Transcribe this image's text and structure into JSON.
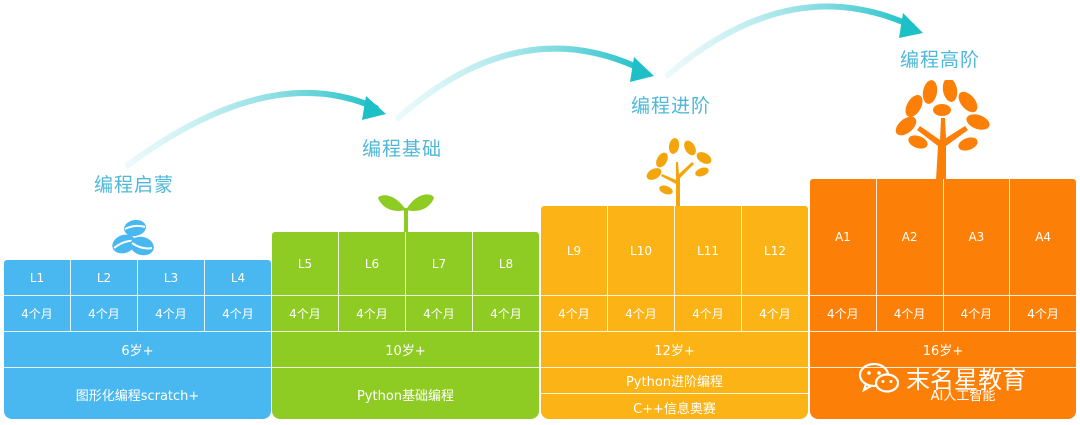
{
  "stages": [
    {
      "title": "编程启蒙",
      "color": "#4ab8f0",
      "levels": [
        "L1",
        "L2",
        "L3",
        "L4"
      ],
      "durations": [
        "4个月",
        "4个月",
        "4个月",
        "4个月"
      ],
      "age": "6岁+",
      "courses": [
        "图形化编程scratch+"
      ]
    },
    {
      "title": "编程基础",
      "color": "#8ecb23",
      "levels": [
        "L5",
        "L6",
        "L7",
        "L8"
      ],
      "durations": [
        "4个月",
        "4个月",
        "4个月",
        "4个月"
      ],
      "age": "10岁+",
      "courses": [
        "Python基础编程"
      ]
    },
    {
      "title": "编程进阶",
      "color": "#fbb315",
      "levels": [
        "L9",
        "L10",
        "L11",
        "L12"
      ],
      "durations": [
        "4个月",
        "4个月",
        "4个月",
        "4个月"
      ],
      "age": "12岁+",
      "courses": [
        "Python进阶编程",
        "C++信息奥赛"
      ]
    },
    {
      "title": "编程高阶",
      "color": "#fc8008",
      "levels": [
        "A1",
        "A2",
        "A3",
        "A4"
      ],
      "durations": [
        "4个月",
        "4个月",
        "4个月",
        "4个月"
      ],
      "age": "16岁+",
      "courses": [
        "AI人工智能"
      ]
    }
  ],
  "watermark": {
    "text": "末名星教育",
    "icon": "wechat-icon"
  },
  "colors": {
    "title_text": "#4fb8d8",
    "arrow": "#35c7cf"
  },
  "icons": [
    "coffee-beans-icon",
    "sprout-icon",
    "young-tree-icon",
    "tree-icon"
  ]
}
